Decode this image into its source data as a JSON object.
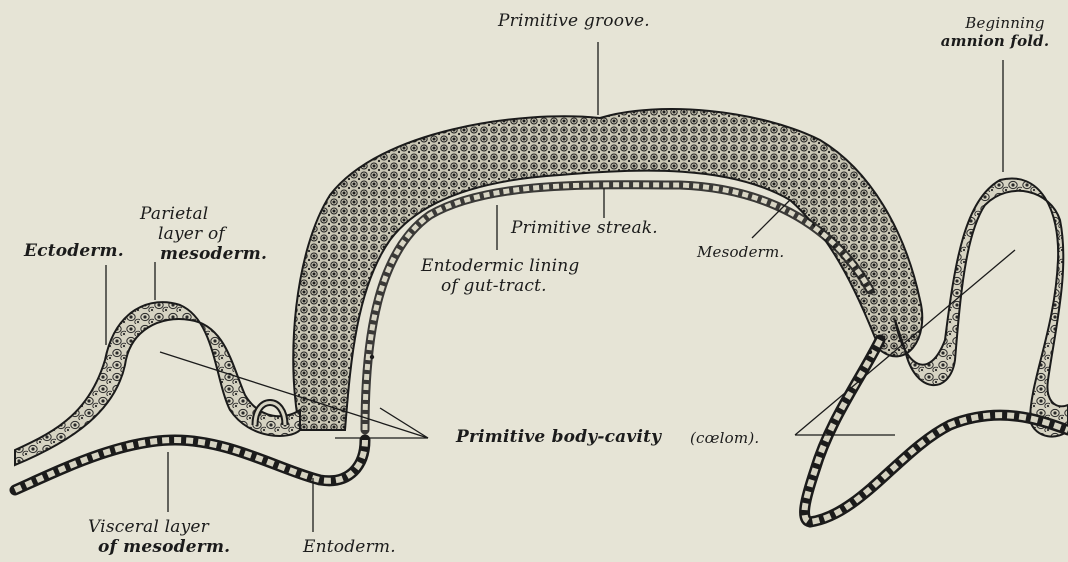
{
  "figure": {
    "labels": {
      "primitive_groove": "Primitive groove.",
      "beginning_amnion_1": "Beginning",
      "beginning_amnion_2": "amnion fold.",
      "parietal_1": "Parietal",
      "parietal_2": "layer of",
      "parietal_3": "mesoderm.",
      "ectoderm": "Ectoderm.",
      "primitive_streak": "Primitive streak.",
      "mesoderm": "Mesoderm.",
      "entodermic_1": "Entodermic lining",
      "entodermic_2": "of gut-tract.",
      "body_cavity": "Primitive body-cavity",
      "coelom": "(cœlom).",
      "visceral_1": "Visceral layer",
      "visceral_2": "of mesoderm.",
      "entoderm": "Entoderm."
    }
  },
  "colors": {
    "paper": "#e6e4d6",
    "ink": "#1b1b1b",
    "tissue": "#cfccbb"
  }
}
